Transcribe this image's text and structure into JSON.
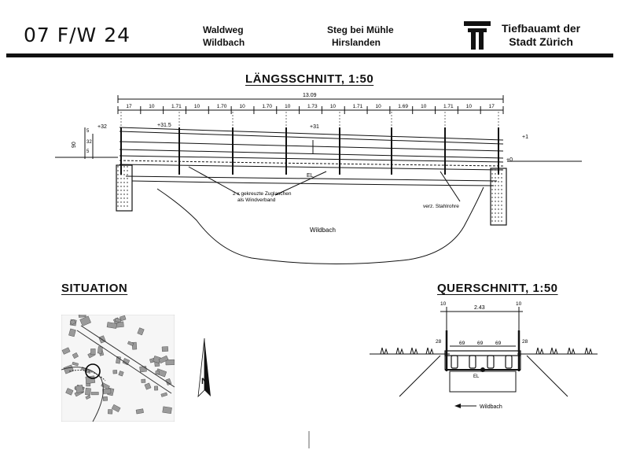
{
  "header": {
    "code": "07 F/W 24",
    "location_1": "Waldweg",
    "location_2": "Wildbach",
    "object_1": "Steg bei Mühle",
    "object_2": "Hirslanden",
    "org_1": "Tiefbauamt der",
    "org_2": "Stadt Zürich"
  },
  "sections": {
    "longitudinal": "LÄNGSSCHNITT, 1:50",
    "situation": "SITUATION",
    "cross": "QUERSCHNITT, 1:50"
  },
  "longitudinal": {
    "total_length": "13.09",
    "dims": [
      "17",
      "10",
      "1.71",
      "10",
      "1.70",
      "10",
      "1.70",
      "10",
      "1.73",
      "10",
      "1.71",
      "10",
      "1.69",
      "10",
      "1.71",
      "10",
      "17"
    ],
    "height_dims": [
      "90",
      "5",
      "32",
      "5"
    ],
    "level_left": "+32",
    "level_mid_1": "+31.5",
    "level_mid_2": "+31",
    "level_right_top": "+1",
    "level_right": "+0",
    "el_label": "EL",
    "note_bracing_1": "2 x gekreuzte Zuglaschen",
    "note_bracing_2": "als Windverband",
    "note_tubes": "verz. Stahlrohre",
    "stream_label": "Wildbach"
  },
  "situation": {
    "north_label": "N"
  },
  "cross": {
    "width_total": "2.43",
    "post_left": "10",
    "post_right": "10",
    "edge_left": "28",
    "edge_right": "28",
    "beam_dims": [
      "69",
      "69",
      "69"
    ],
    "el_label": "EL",
    "stream_label": "Wildbach"
  }
}
